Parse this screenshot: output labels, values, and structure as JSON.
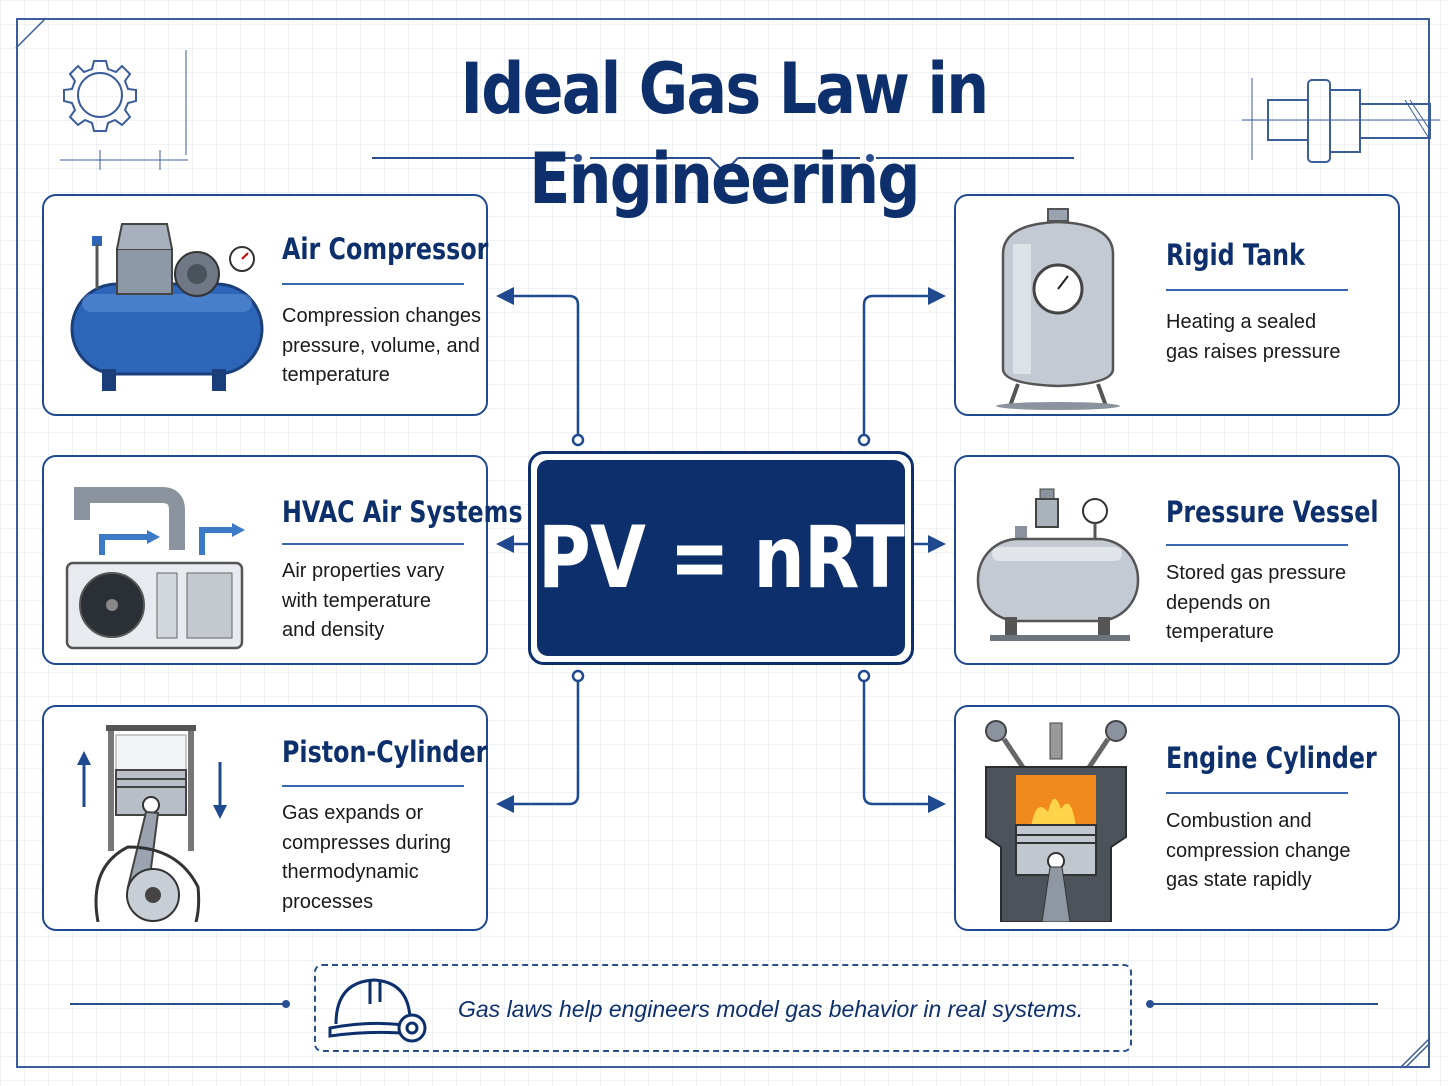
{
  "title": "Ideal Gas Law in Engineering",
  "equation": "PV = nRT",
  "footer": "Gas laws help engineers model gas behavior in real systems.",
  "cards": [
    {
      "id": "air-compressor",
      "title": "Air Compressor",
      "lines": [
        "Compression changes",
        "pressure, volume, and",
        "temperature"
      ],
      "icon": "air-compressor-icon"
    },
    {
      "id": "rigid-tank",
      "title": "Rigid Tank",
      "lines": [
        "Heating a sealed",
        "gas raises pressure"
      ],
      "icon": "rigid-tank-icon"
    },
    {
      "id": "hvac-air-systems",
      "title": "HVAC Air Systems",
      "lines": [
        "Air properties vary",
        "with temperature",
        "and density"
      ],
      "icon": "hvac-unit-icon"
    },
    {
      "id": "pressure-vessel",
      "title": "Pressure Vessel",
      "lines": [
        "Stored gas pressure",
        "depends on",
        "temperature"
      ],
      "icon": "pressure-vessel-icon"
    },
    {
      "id": "piston-cylinder",
      "title": "Piston-Cylinder",
      "lines": [
        "Gas expands or",
        "compresses during",
        "thermodynamic",
        "processes"
      ],
      "icon": "piston-cylinder-icon"
    },
    {
      "id": "engine-cylinder",
      "title": "Engine Cylinder",
      "lines": [
        "Combustion and",
        "compression change",
        "gas state rapidly"
      ],
      "icon": "engine-cylinder-icon"
    }
  ],
  "colors": {
    "navy": "#0d2f6b",
    "accent": "#1f4a8f",
    "compressor_blue": "#2d66b8",
    "flame": "#f08a1c"
  }
}
